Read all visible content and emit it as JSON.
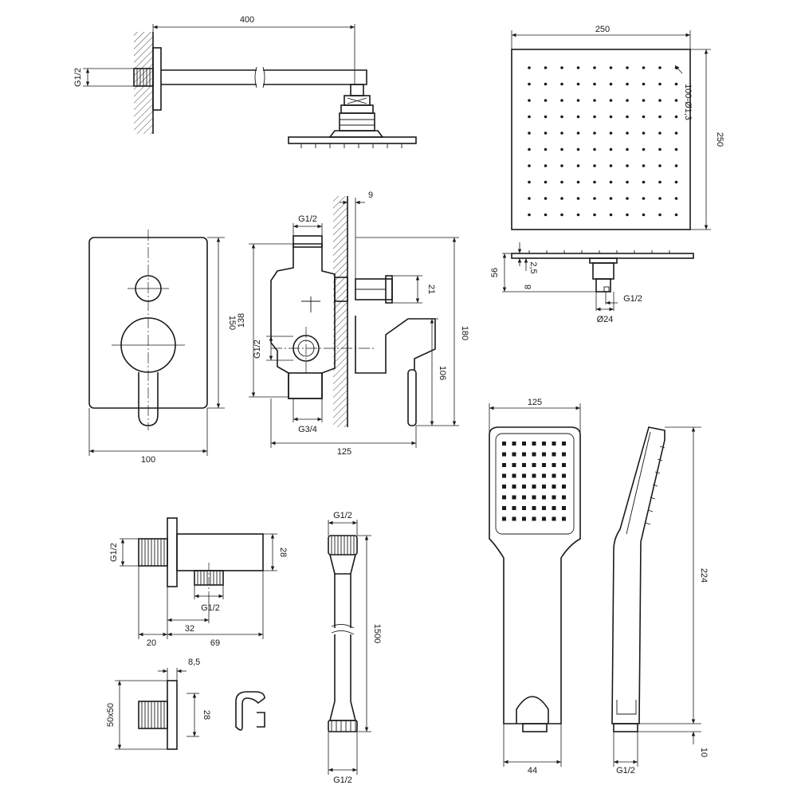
{
  "labels": {
    "arm_length": "400",
    "arm_thread": "G1/2",
    "head_width": "250",
    "head_height": "250",
    "nozzle": "100-Ø1,3",
    "head_thickness": "2,5",
    "head_depth": "56",
    "head_connector_depth": "8",
    "head_thread": "G1/2",
    "head_connector_dia": "Ø24",
    "wall_offset": "9",
    "mixer_inlet": "G1/2",
    "mixer_side_thread": "G1/2",
    "mixer_bottom_thread": "G3/4",
    "plate_height": "150",
    "plate_width": "100",
    "body_height": "138",
    "total_height": "180",
    "spout_dim": "21",
    "lever_dim": "106",
    "total_depth": "125",
    "elbow_thread": "G1/2",
    "elbow_height": "28",
    "elbow_out_thread": "G1/2",
    "elbow_d1": "20",
    "elbow_d2": "32",
    "elbow_d3": "69",
    "holder_thickness": "8,5",
    "holder_plate": "50x50",
    "holder_height": "28",
    "hose_top": "G1/2",
    "hose_length": "1500",
    "hose_bottom": "G1/2",
    "hand_width": "125",
    "hand_length": "224",
    "hand_base": "44",
    "hand_thread": "G1/2",
    "hand_tail": "10"
  }
}
